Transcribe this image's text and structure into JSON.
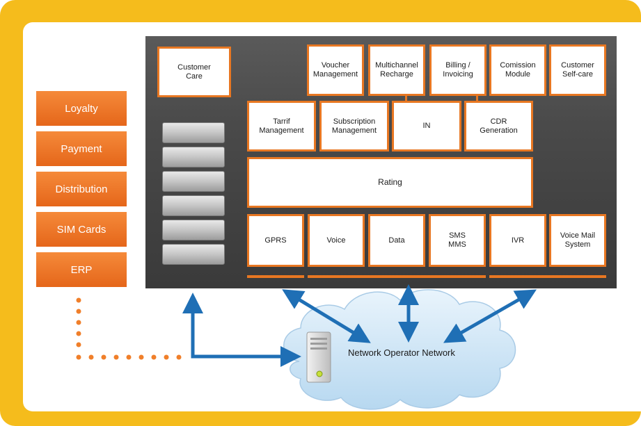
{
  "left_modules": [
    "Loyalty",
    "Payment",
    "Distribution",
    "SIM Cards",
    "ERP"
  ],
  "customer_care": "Customer\nCare",
  "top_row": [
    "Voucher\nManagement",
    "Multichannel\nRecharge",
    "Billing /\nInvoicing",
    "Comission\nModule",
    "Customer\nSelf-care"
  ],
  "second_row": [
    "Tarrif\nManagement",
    "Subscription\nManagement",
    "IN",
    "CDR\nGeneration"
  ],
  "rating": "Rating",
  "services": [
    "GPRS",
    "Voice",
    "Data",
    "SMS\nMMS",
    "IVR",
    "Voice Mail\nSystem"
  ],
  "cloud_label": "Network Operator Network",
  "colors": {
    "frame": "#f5bc1c",
    "accent": "#e87722",
    "arrow": "#1f6fb5",
    "dots": "#f07f2a"
  }
}
